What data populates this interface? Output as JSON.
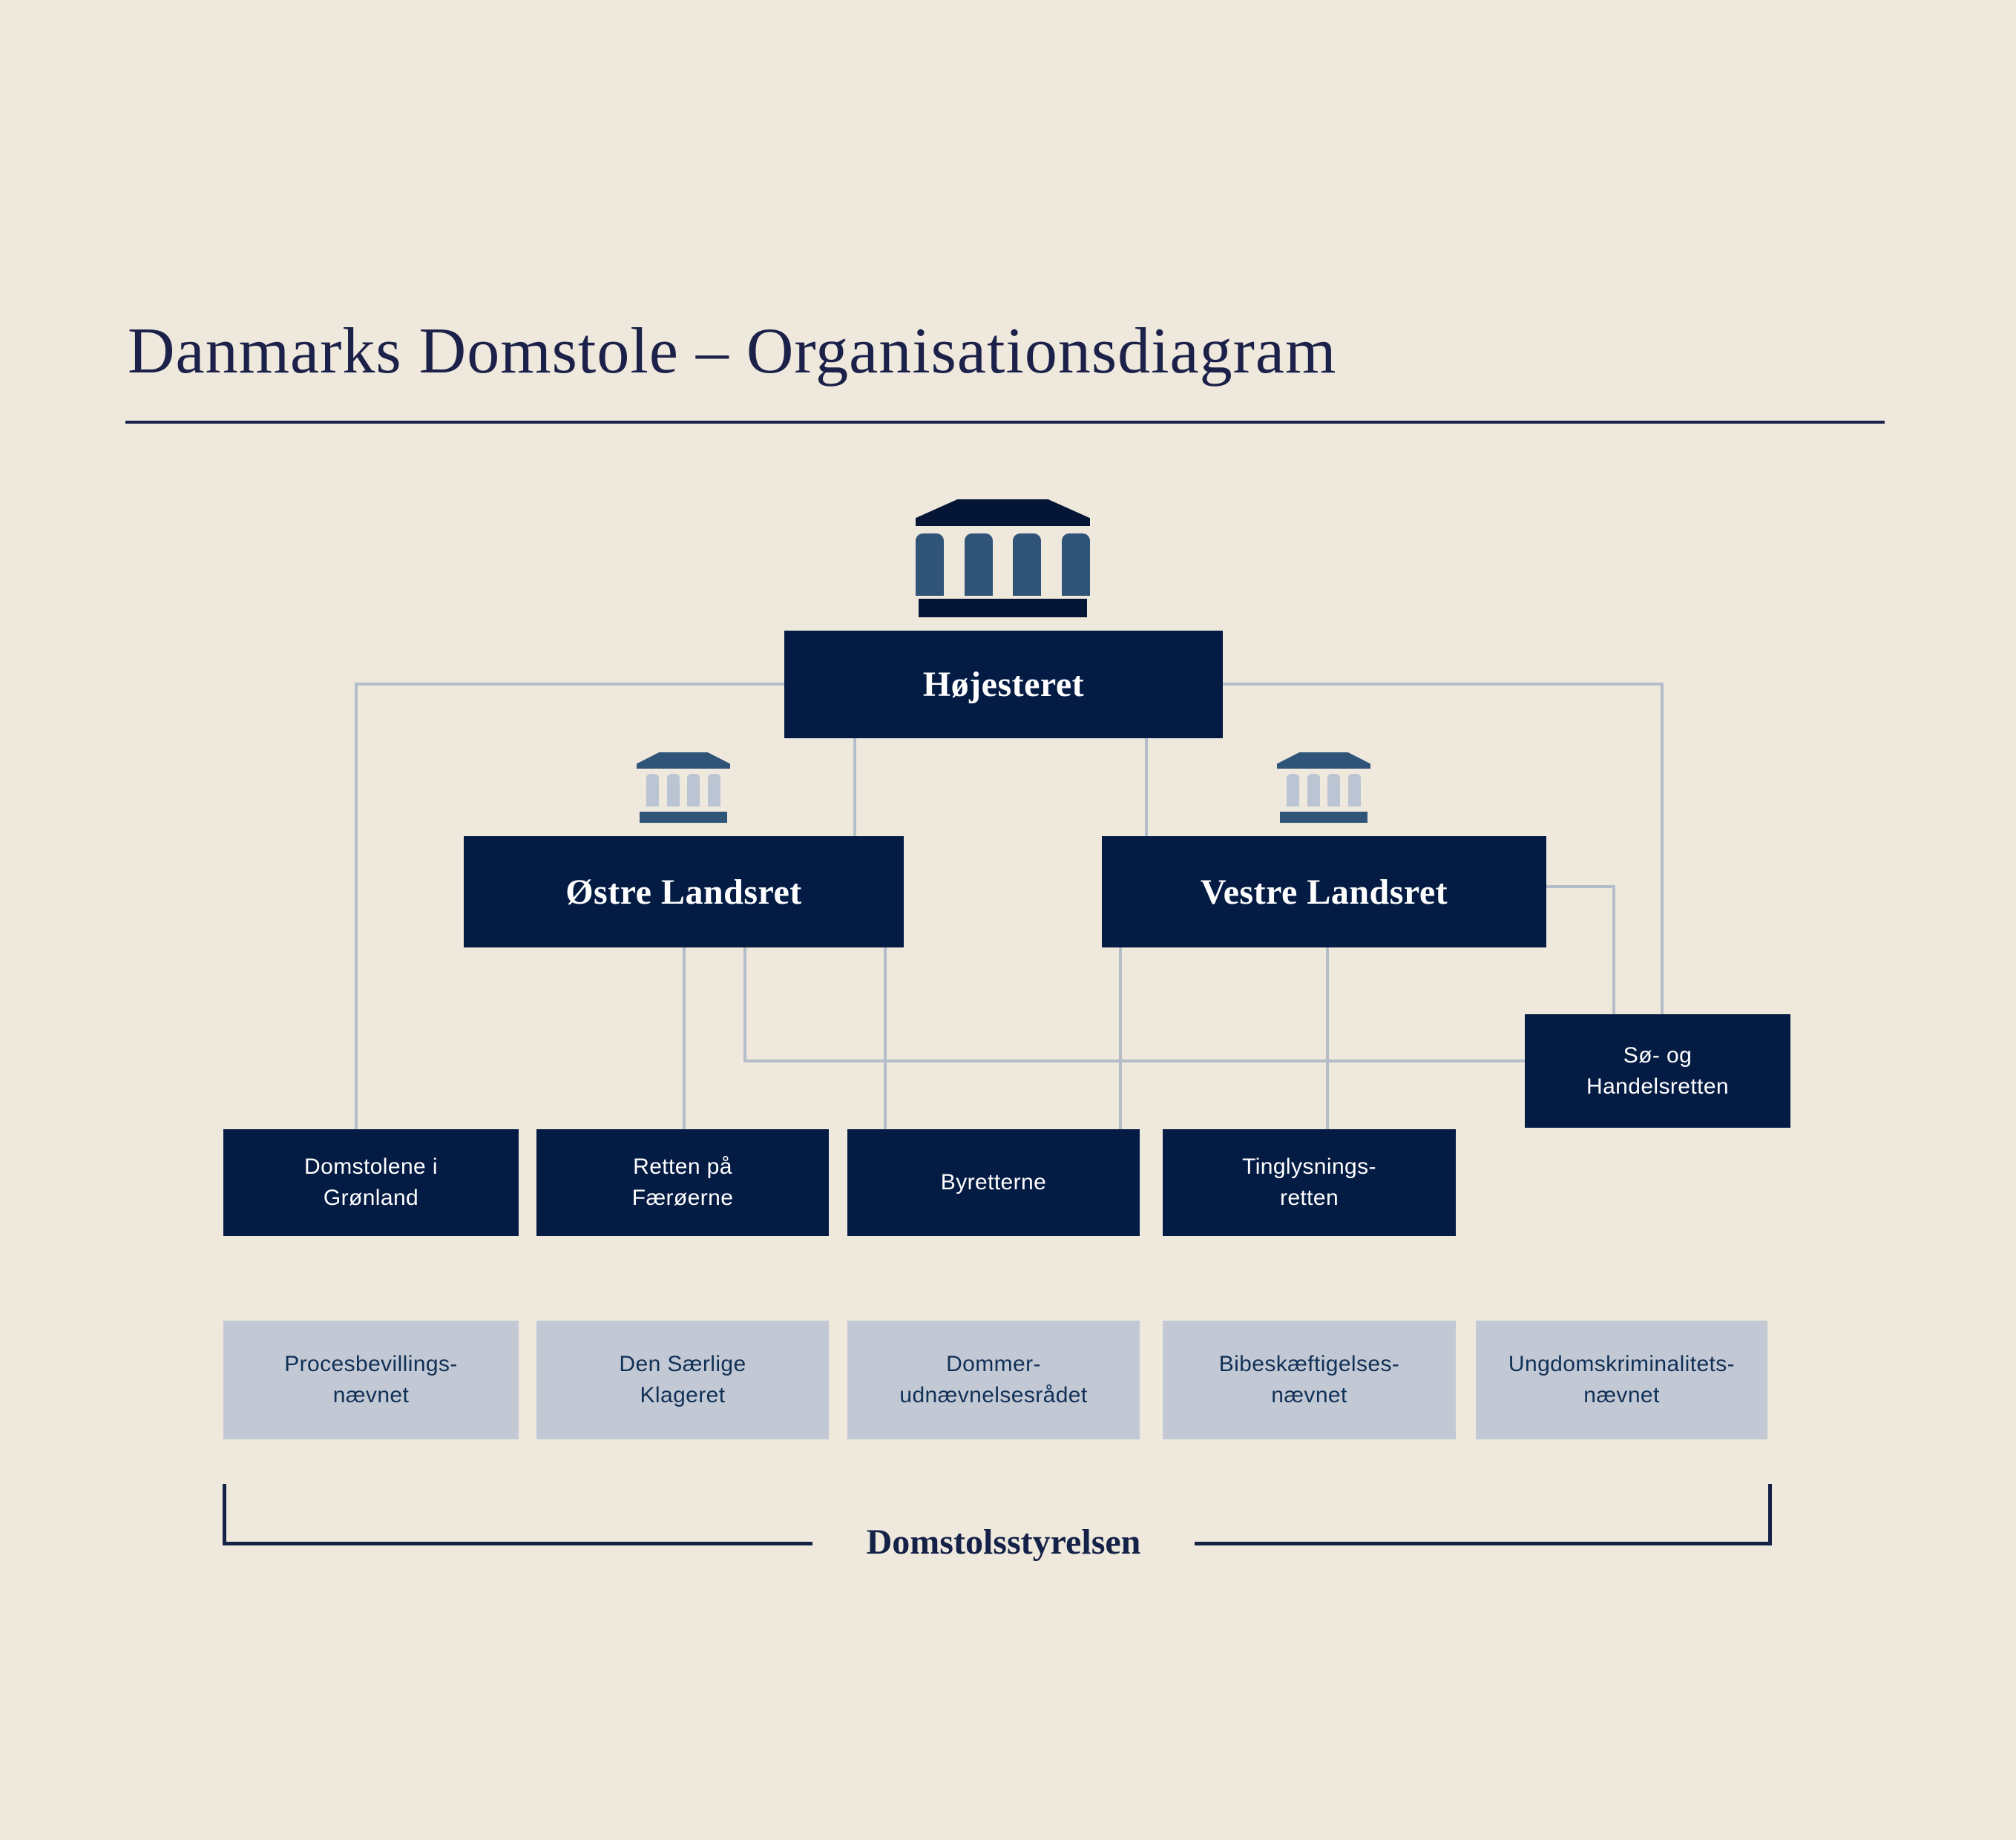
{
  "title": "Danmarks Domstole – Organisationsdiagram",
  "colors": {
    "background": "#EFE8DD",
    "box_navy": "#041C44",
    "box_gray": "#C2C9D5",
    "gray_box_text": "#113056",
    "connector": "#B6BDCA",
    "accent_navy": "#152247",
    "icon_dark_navy": "#051535",
    "icon_steel_blue": "#2F5478",
    "icon_column_light": "#BAC4D2",
    "box_text_white": "#FFFFFF"
  },
  "diagram": {
    "hojesteret": {
      "label": "Højesteret"
    },
    "ostre_landsret": {
      "label": "Østre Landsret"
    },
    "vestre_landsret": {
      "label": "Vestre Landsret"
    },
    "so_og_handelsretten": {
      "lines": [
        "Sø- og",
        "Handelsretten"
      ]
    },
    "courts_row": [
      {
        "lines": [
          "Domstolene i",
          "Grønland"
        ]
      },
      {
        "lines": [
          "Retten på",
          "Færøerne"
        ]
      },
      {
        "lines": [
          "Byretterne"
        ]
      },
      {
        "lines": [
          "Tinglysnings-",
          "retten"
        ]
      }
    ],
    "boards_row": [
      {
        "lines": [
          "Procesbevillings-",
          "nævnet"
        ]
      },
      {
        "lines": [
          "Den Særlige",
          "Klageret"
        ]
      },
      {
        "lines": [
          "Dommer-",
          "udnævnelsesrådet"
        ]
      },
      {
        "lines": [
          "Bibeskæftigelses-",
          "nævnet"
        ]
      },
      {
        "lines": [
          "Ungdomskriminalitets-",
          "nævnet"
        ]
      }
    ],
    "bracket": {
      "label": "Domstolsstyrelsen"
    }
  }
}
